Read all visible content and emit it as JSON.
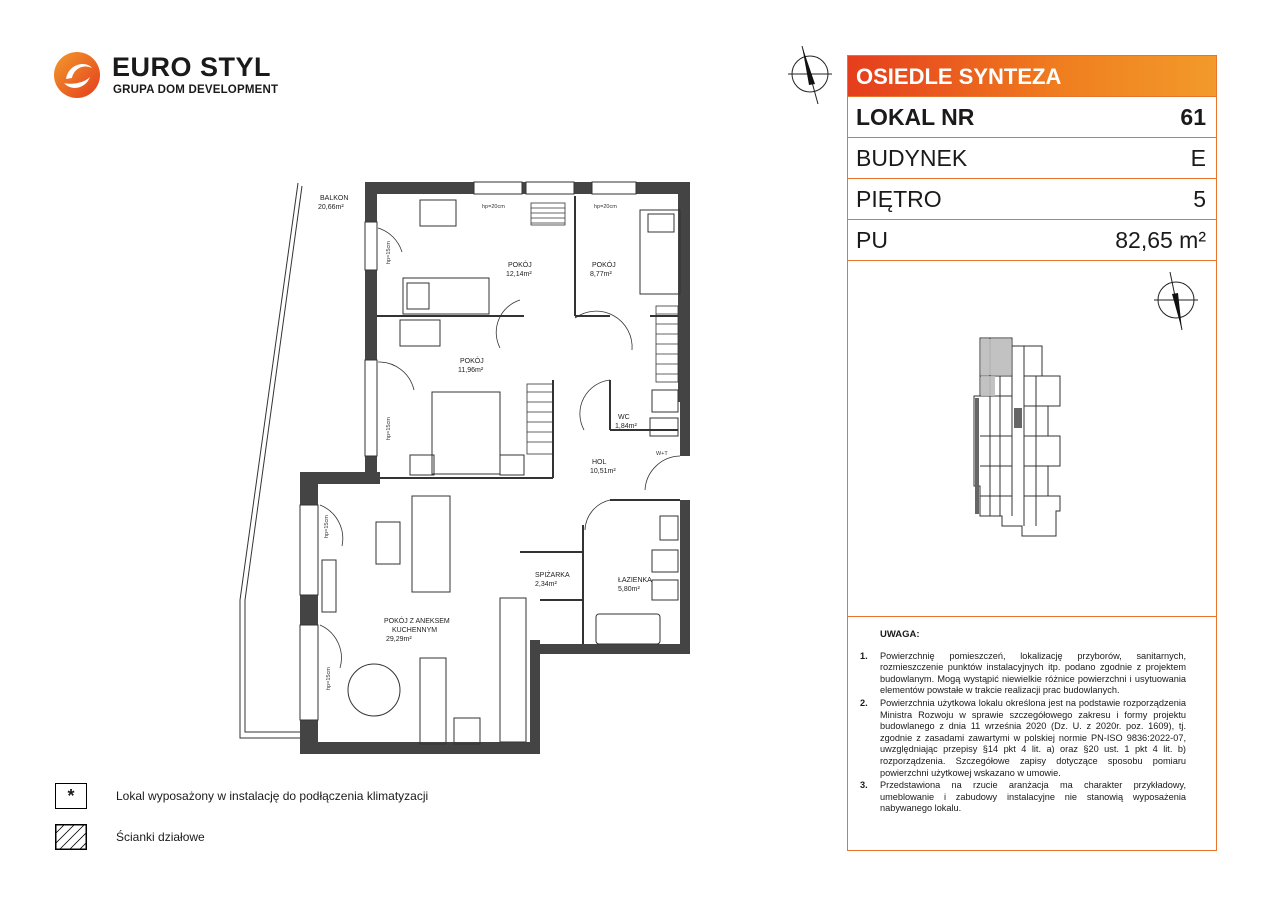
{
  "brand": {
    "name": "EURO STYL",
    "subtitle": "GRUPA DOM DEVELOPMENT",
    "logo_colors": [
      "#e53d1d",
      "#f29a2b"
    ]
  },
  "info_panel": {
    "estate": "OSIEDLE SYNTEZA",
    "rows": [
      {
        "label": "LOKAL NR",
        "value": "61"
      },
      {
        "label": "BUDYNEK",
        "value": "E"
      },
      {
        "label": "PIĘTRO",
        "value": "5"
      },
      {
        "label": "PU",
        "value": "82,65 m²"
      }
    ],
    "accent_color": "#e8732a"
  },
  "notes": {
    "title": "UWAGA:",
    "items": [
      {
        "num": "1.",
        "text": "Powierzchnię pomieszczeń, lokalizację przyborów, sanitarnych, rozmieszczenie punktów instalacyjnych itp. podano zgodnie z projektem budowlanym. Mogą wystąpić niewielkie różnice powierzchni i usytuowania elementów powstałe w trakcie realizacji prac budowlanych."
      },
      {
        "num": "2.",
        "text": "Powierzchnia użytkowa lokalu określona jest na podstawie rozporządzenia Ministra Rozwoju w sprawie szczegółowego zakresu i formy projektu budowlanego z dnia 11 września 2020 (Dz. U. z 2020r. poz. 1609), tj. zgodnie z zasadami zawartymi w polskiej normie PN-ISO 9836:2022-07, uwzględniając przepisy §14 pkt 4 lit. a) oraz §20 ust. 1 pkt 4 lit. b) rozporządzenia. Szczegółowe zapisy dotyczące sposobu pomiaru powierzchni użytkowej wskazano w umowie."
      },
      {
        "num": "3.",
        "text": "Przedstawiona na rzucie aranżacja ma charakter przykładowy, umeblowanie i zabudowy instalacyjne nie stanowią wyposażenia nabywanego lokalu."
      }
    ]
  },
  "legend": [
    {
      "symbol": "*",
      "label": "Lokal wyposażony w instalację do podłączenia klimatyzacji"
    },
    {
      "symbol": "",
      "label": "Ścianki działowe"
    }
  ],
  "rooms": {
    "balkon": {
      "name": "BALKON",
      "area": "20,66m²"
    },
    "pokoj1": {
      "name": "POKÓJ",
      "area": "12,14m²"
    },
    "pokoj2": {
      "name": "POKÓJ",
      "area": "8,77m²"
    },
    "pokoj3": {
      "name": "POKÓJ",
      "area": "11,96m²"
    },
    "wc": {
      "name": "WC",
      "area": "1,84m²"
    },
    "hol": {
      "name": "HOL",
      "area": "10,51m²"
    },
    "salon": {
      "name1": "POKÓJ Z ANEKSEM",
      "name2": "KUCHENNYM",
      "area": "29,29m²"
    },
    "spizarka": {
      "name": "SPIŻARKA",
      "area": "2,34m²"
    },
    "lazienka": {
      "name": "ŁAZIENKA",
      "area": "5,80m²"
    }
  },
  "plan_marks": {
    "hp20a": "hp=20cm",
    "hp20b": "hp=20cm",
    "hp15a": "hp=15cm",
    "hp15b": "hp=15cm",
    "hp15c": "hp=15cm",
    "hp15d": "hp=15cm",
    "wpt": "W+T"
  },
  "icons": [
    "north-arrow-icon",
    "north-arrow-small-icon",
    "key-plan-icon",
    "logo-mark-icon"
  ]
}
